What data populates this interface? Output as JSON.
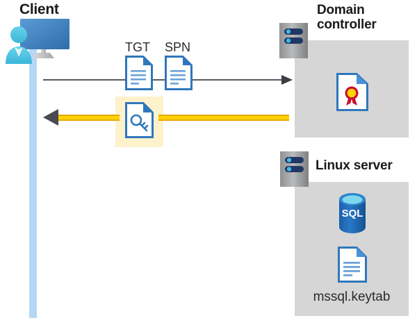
{
  "diagram": {
    "title": "Kerberos authentication flow between client, domain controller, and Linux server",
    "colors": {
      "panel_gray": "#d6d6d6",
      "lifeline_blue": "#b6d7f4",
      "highlight_yellow": "#fdf2cc",
      "arrow_yellow": "#ffd200",
      "arrow_yellow_edge": "#e8a800",
      "arrow_dark": "#4a4a52",
      "doc_blue": "#2f77bc",
      "sql_blue": "#1f6fc0",
      "cert_red": "#c8102e",
      "cert_gold": "#ffd200",
      "text_dark": "#1a1a1a"
    }
  },
  "client": {
    "title": "Client",
    "icon": "user-at-computer-icon",
    "lifeline": "client-lifeline"
  },
  "flow": {
    "request": {
      "label_tgt": "TGT",
      "label_spn": "SPN",
      "doc_tgt_icon": "document-icon",
      "doc_spn_icon": "document-icon",
      "direction": "client-to-domain-controller",
      "arrow_style": "thin-black"
    },
    "response": {
      "ticket_icon": "key-document-icon",
      "highlighted": true,
      "direction": "domain-controller-to-client",
      "arrow_style": "thick-yellow"
    }
  },
  "domain_controller": {
    "title": "Domain controller",
    "title_lines": [
      "Domain",
      "controller"
    ],
    "server_icon": "server-rack-icon",
    "contents": [
      {
        "icon": "certificate-document-icon",
        "label": ""
      }
    ]
  },
  "linux_server": {
    "title": "Linux server",
    "server_icon": "server-rack-icon",
    "contents": [
      {
        "icon": "sql-database-icon",
        "label": "SQL"
      },
      {
        "icon": "document-icon",
        "label": "mssql.keytab"
      }
    ],
    "keytab_label": "mssql.keytab",
    "sql_label": "SQL"
  }
}
